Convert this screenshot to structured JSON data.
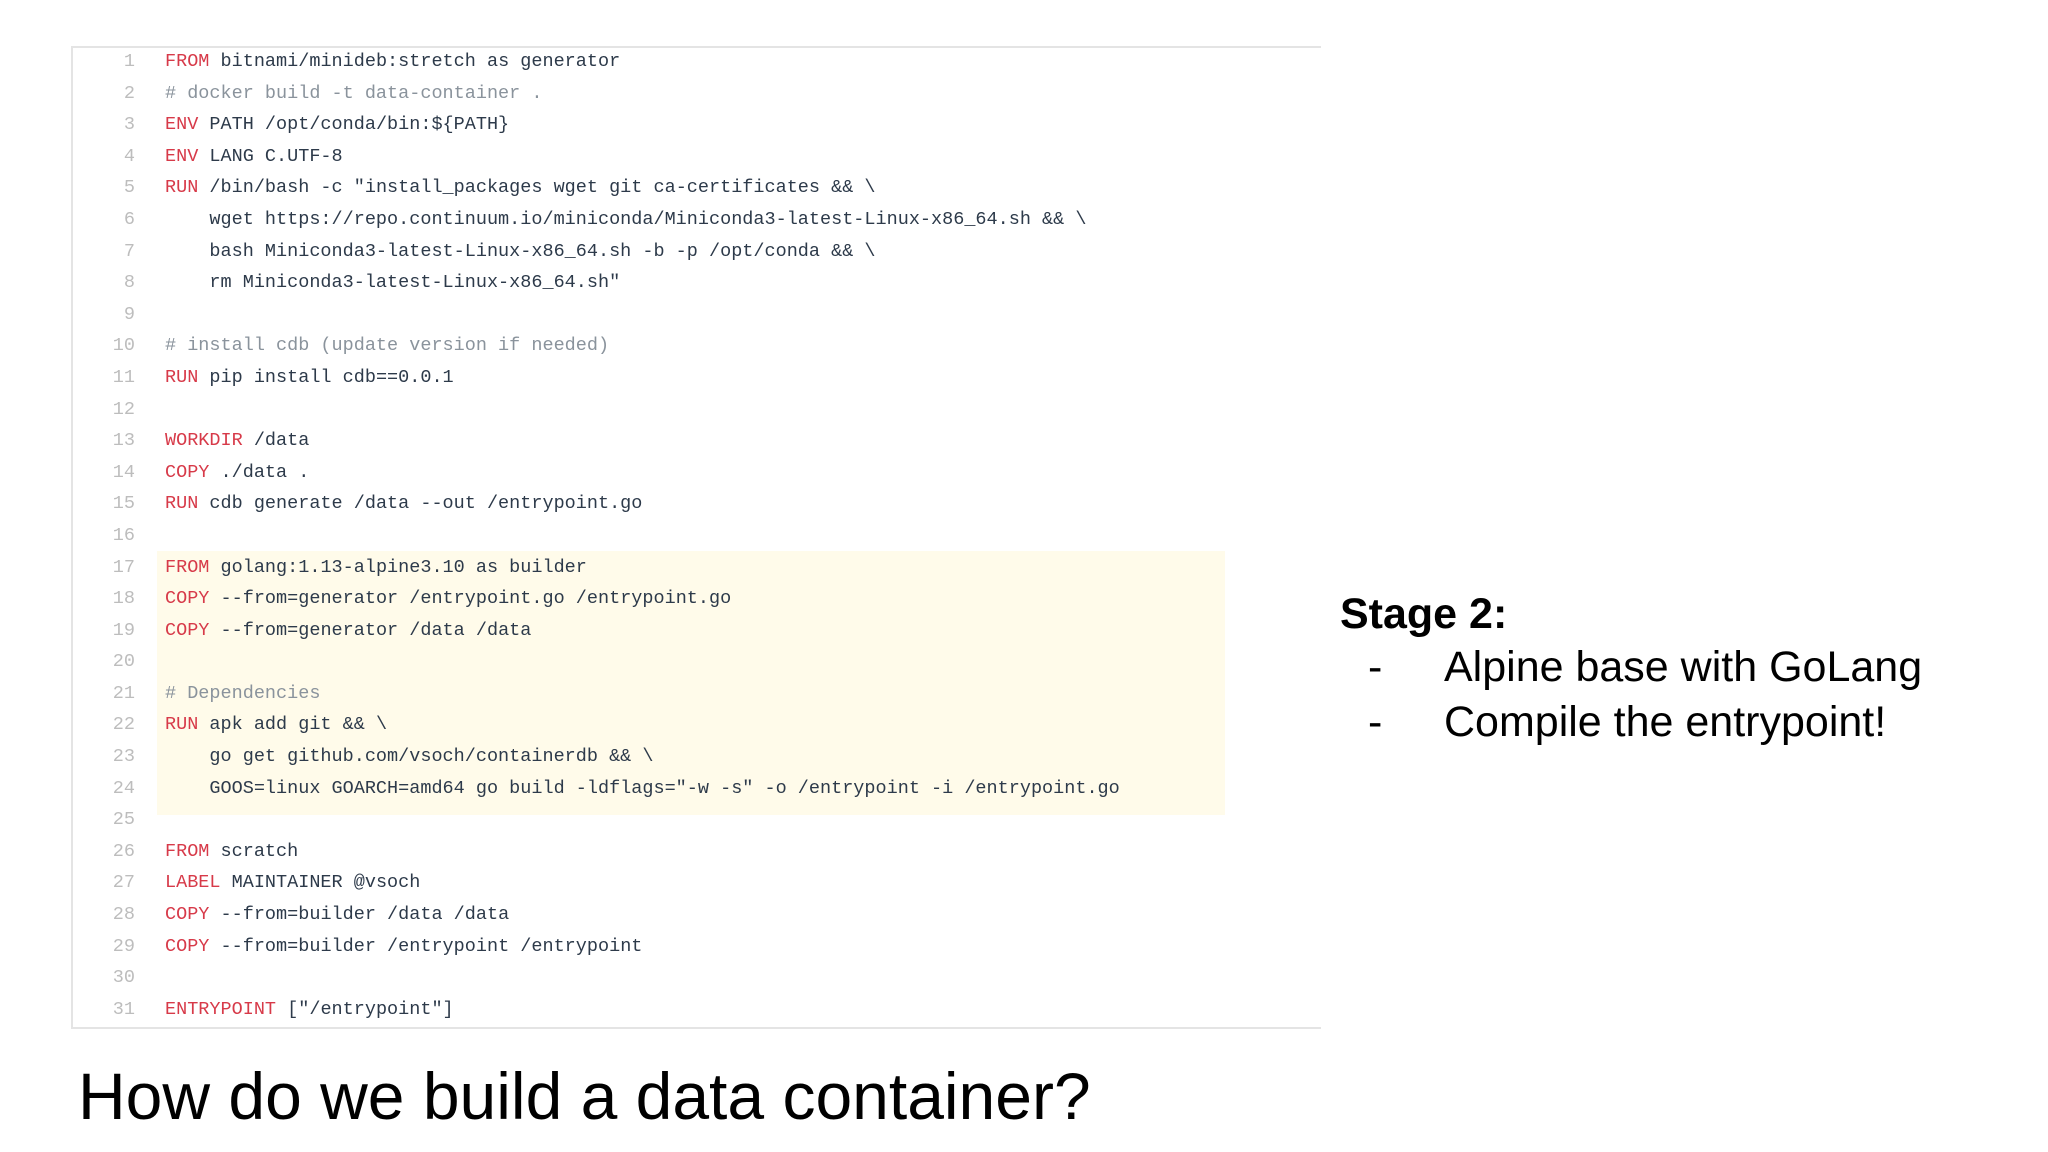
{
  "code": {
    "lines": [
      {
        "n": "1",
        "kw": "FROM",
        "rest": " bitnami/minideb:stretch as generator",
        "comment": ""
      },
      {
        "n": "2",
        "kw": "",
        "rest": "",
        "comment": "# docker build -t data-container ."
      },
      {
        "n": "3",
        "kw": "ENV",
        "rest": " PATH /opt/conda/bin:${PATH}",
        "comment": ""
      },
      {
        "n": "4",
        "kw": "ENV",
        "rest": " LANG C.UTF-8",
        "comment": ""
      },
      {
        "n": "5",
        "kw": "RUN",
        "rest": " /bin/bash -c \"install_packages wget git ca-certificates && \\",
        "comment": ""
      },
      {
        "n": "6",
        "kw": "",
        "rest": "    wget https://repo.continuum.io/miniconda/Miniconda3-latest-Linux-x86_64.sh && \\",
        "comment": ""
      },
      {
        "n": "7",
        "kw": "",
        "rest": "    bash Miniconda3-latest-Linux-x86_64.sh -b -p /opt/conda && \\",
        "comment": ""
      },
      {
        "n": "8",
        "kw": "",
        "rest": "    rm Miniconda3-latest-Linux-x86_64.sh\"",
        "comment": ""
      },
      {
        "n": "9",
        "kw": "",
        "rest": "",
        "comment": ""
      },
      {
        "n": "10",
        "kw": "",
        "rest": "",
        "comment": "# install cdb (update version if needed)"
      },
      {
        "n": "11",
        "kw": "RUN",
        "rest": " pip install cdb==0.0.1",
        "comment": ""
      },
      {
        "n": "12",
        "kw": "",
        "rest": "",
        "comment": ""
      },
      {
        "n": "13",
        "kw": "WORKDIR",
        "rest": " /data",
        "comment": ""
      },
      {
        "n": "14",
        "kw": "COPY",
        "rest": " ./data .",
        "comment": ""
      },
      {
        "n": "15",
        "kw": "RUN",
        "rest": " cdb generate /data --out /entrypoint.go",
        "comment": ""
      },
      {
        "n": "16",
        "kw": "",
        "rest": "",
        "comment": ""
      },
      {
        "n": "17",
        "kw": "FROM",
        "rest": " golang:1.13-alpine3.10 as builder",
        "comment": ""
      },
      {
        "n": "18",
        "kw": "COPY",
        "rest": " --from=generator /entrypoint.go /entrypoint.go",
        "comment": ""
      },
      {
        "n": "19",
        "kw": "COPY",
        "rest": " --from=generator /data /data",
        "comment": ""
      },
      {
        "n": "20",
        "kw": "",
        "rest": "",
        "comment": ""
      },
      {
        "n": "21",
        "kw": "",
        "rest": "",
        "comment": "# Dependencies"
      },
      {
        "n": "22",
        "kw": "RUN",
        "rest": " apk add git && \\",
        "comment": ""
      },
      {
        "n": "23",
        "kw": "",
        "rest": "    go get github.com/vsoch/containerdb && \\",
        "comment": ""
      },
      {
        "n": "24",
        "kw": "",
        "rest": "    GOOS=linux GOARCH=amd64 go build -ldflags=\"-w -s\" -o /entrypoint -i /entrypoint.go",
        "comment": ""
      },
      {
        "n": "25",
        "kw": "",
        "rest": "",
        "comment": ""
      },
      {
        "n": "26",
        "kw": "FROM",
        "rest": " scratch",
        "comment": ""
      },
      {
        "n": "27",
        "kw": "LABEL",
        "rest": " MAINTAINER @vsoch",
        "comment": ""
      },
      {
        "n": "28",
        "kw": "COPY",
        "rest": " --from=builder /data /data",
        "comment": ""
      },
      {
        "n": "29",
        "kw": "COPY",
        "rest": " --from=builder /entrypoint /entrypoint",
        "comment": ""
      },
      {
        "n": "30",
        "kw": "",
        "rest": "",
        "comment": ""
      },
      {
        "n": "31",
        "kw": "ENTRYPOINT",
        "rest": " [\"/entrypoint\"]",
        "comment": ""
      }
    ],
    "highlighted_lines": "17-24"
  },
  "slide": {
    "title": "How do we build a data container?",
    "stage_heading": "Stage 2:",
    "bullets": [
      "Alpine base with GoLang",
      "Compile the entrypoint!"
    ],
    "bullet_marker": "-"
  },
  "colors": {
    "keyword": "#d73a49",
    "text": "#2d3a4a",
    "comment": "#8a939c",
    "highlight": "#fffbea"
  }
}
